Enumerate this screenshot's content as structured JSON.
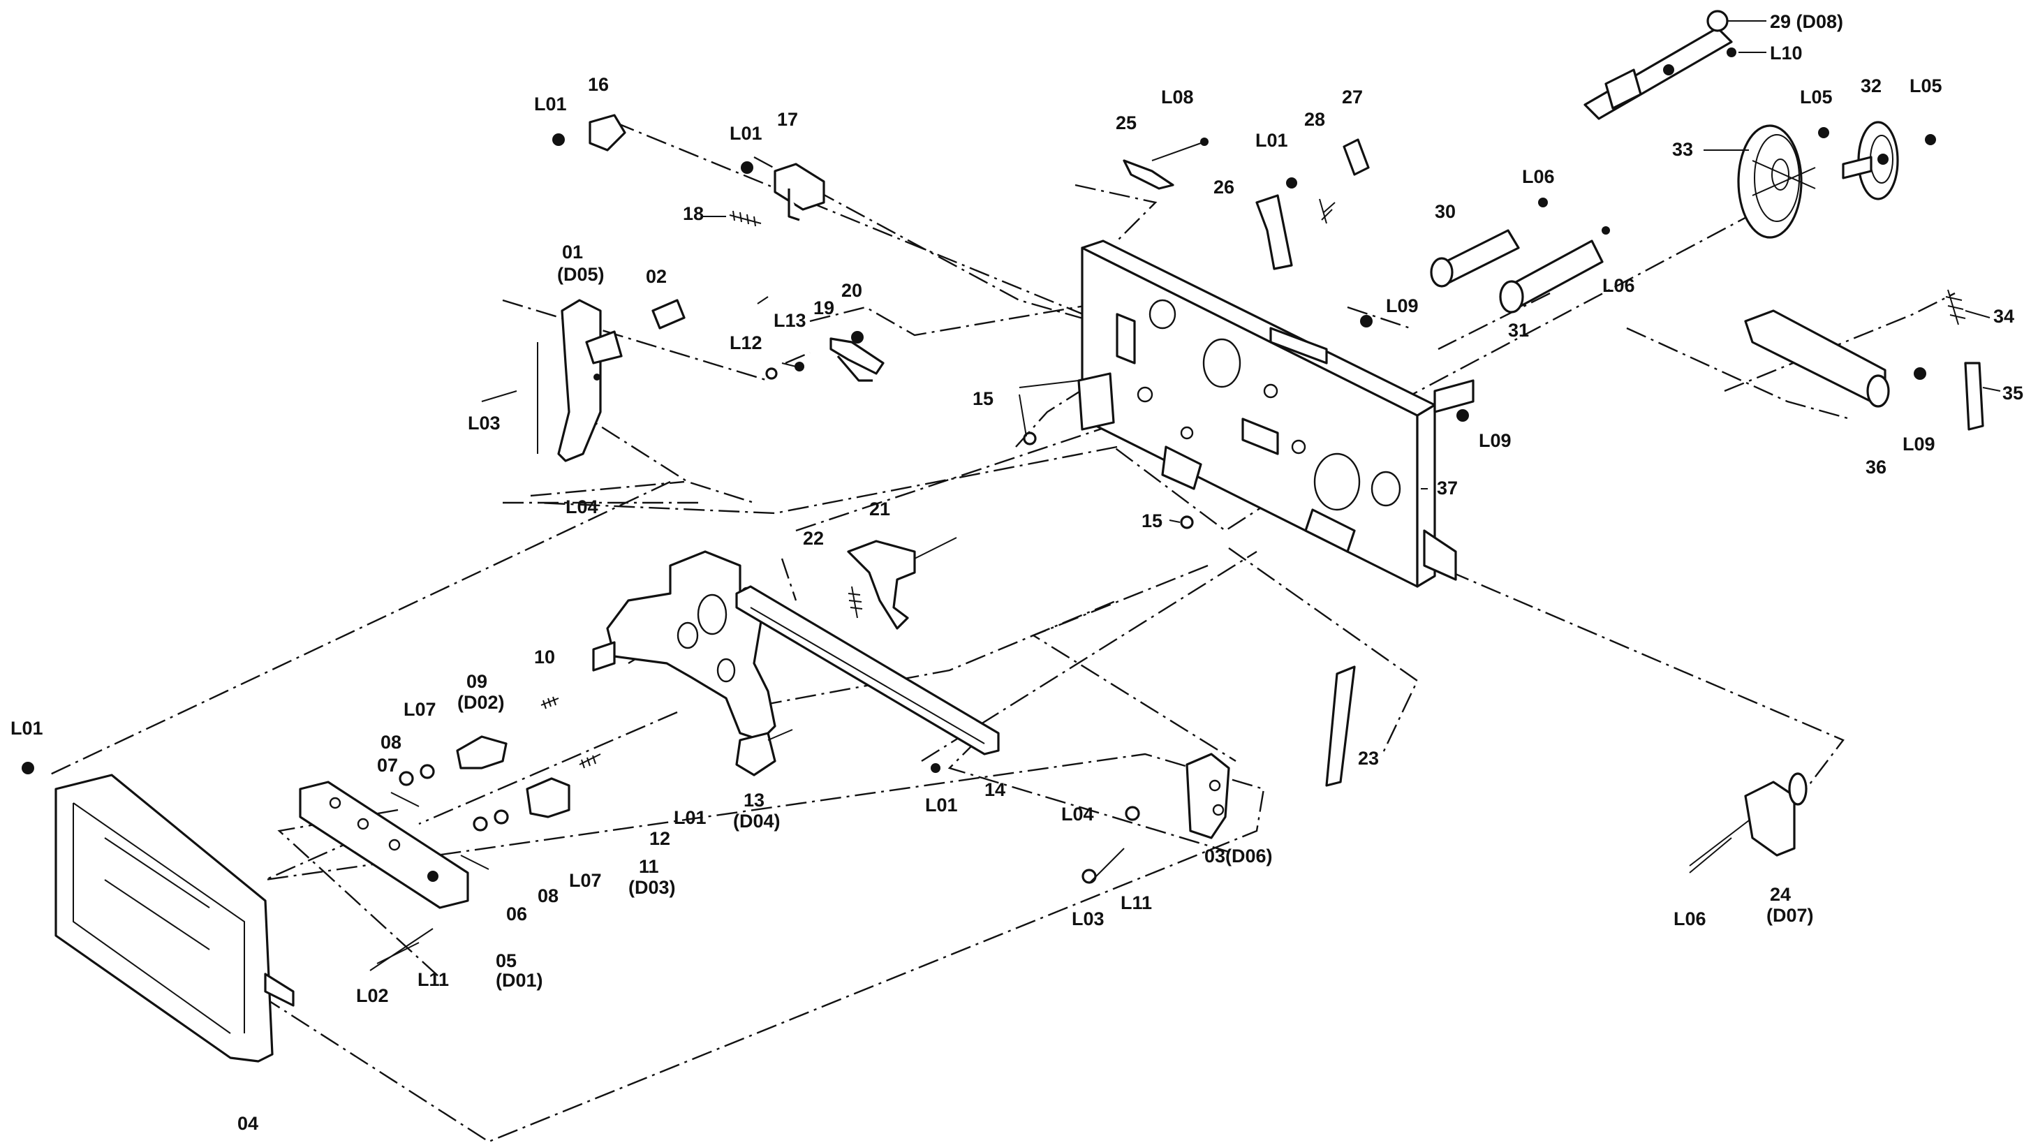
{
  "colors": {
    "ink": "#111111",
    "paper": "#ffffff"
  },
  "labels": {
    "p01": "01",
    "d05": "(D05)",
    "p02": "02",
    "p03": "03(D06)",
    "p04": "04",
    "p05": "05",
    "d01": "(D01)",
    "p06": "06",
    "p07": "07",
    "p08a": "08",
    "p08b": "08",
    "p09": "09",
    "d02": "(D02)",
    "p10": "10",
    "p11": "11",
    "d03": "(D03)",
    "p12": "12",
    "p13": "13",
    "d04": "(D04)",
    "p14": "14",
    "p15a": "15",
    "p15b": "15",
    "p16": "16",
    "p17": "17",
    "p18": "18",
    "p19": "19",
    "p20": "20",
    "p21": "21",
    "p22": "22",
    "p23": "23",
    "p24": "24",
    "d07": "(D07)",
    "p25": "25",
    "p26": "26",
    "p27": "27",
    "p28": "28",
    "p29": "29 (D08)",
    "p30": "30",
    "p31": "31",
    "p32": "32",
    "p33": "33",
    "p34": "34",
    "p35": "35",
    "p36": "36",
    "p37": "37",
    "l01a": "L01",
    "l01b": "L01",
    "l01c": "L01",
    "l01d": "L01",
    "l01e": "L01",
    "l01f": "L01",
    "l02": "L02",
    "l03a": "L03",
    "l03b": "L03",
    "l04a": "L04",
    "l04b": "L04",
    "l05a": "L05",
    "l05b": "L05",
    "l06a": "L06",
    "l06b": "L06",
    "l06c": "L06",
    "l07a": "L07",
    "l07b": "L07",
    "l08": "L08",
    "l09a": "L09",
    "l09b": "L09",
    "l09c": "L09",
    "l10": "L10",
    "l11a": "L11",
    "l11b": "L11",
    "l12": "L12",
    "l13": "L13"
  }
}
